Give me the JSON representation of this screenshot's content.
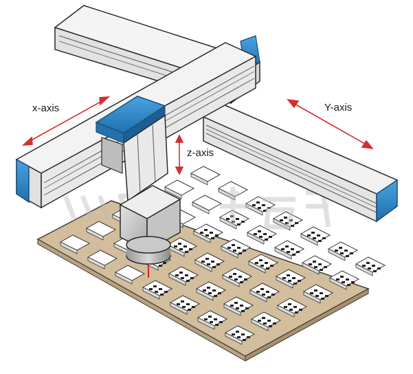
{
  "axes": {
    "x_label": "x-axis",
    "y_label": "Y-axis",
    "z_label": "z-axis"
  },
  "colors": {
    "rail_fill": "#eeeeee",
    "rail_line": "#2a2a2a",
    "cap_blue": "#2d86c8",
    "board": "#d2bd9c",
    "arrow": "#d32f2f",
    "watermark": "#c8c8c8"
  },
  "icons": [
    "watermark-logo"
  ]
}
